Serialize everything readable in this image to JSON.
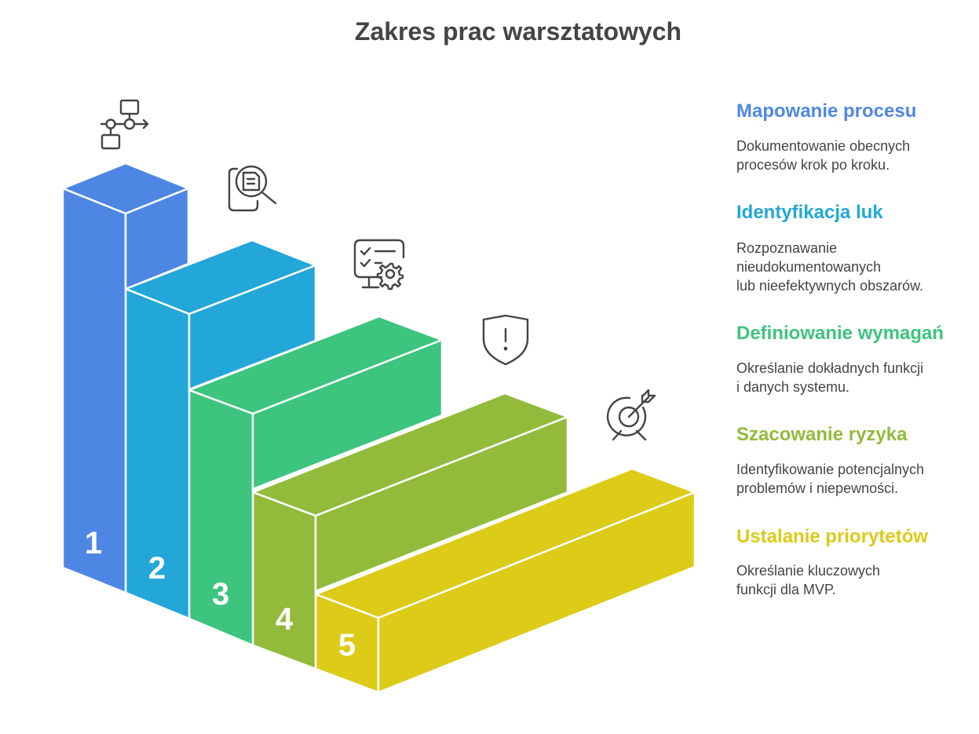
{
  "title": "Zakres prac warsztatowych",
  "steps": [
    {
      "number": "1",
      "title": "Mapowanie procesu",
      "description": "Dokumentowanie obecnych\nprocesów krok po kroku.",
      "color": "#4E86E4",
      "icon": "process-map-icon"
    },
    {
      "number": "2",
      "title": "Identyfikacja luk",
      "description": "Rozpoznawanie\nnieudokumentowanych\n lub nieefektywnych obszarów.",
      "color": "#22A7D8",
      "icon": "document-search-icon"
    },
    {
      "number": "3",
      "title": "Definiowanie wymagań",
      "description": "Określanie dokładnych funkcji\ni danych systemu.",
      "color": "#3DC47E",
      "icon": "checklist-settings-icon"
    },
    {
      "number": "4",
      "title": "Szacowanie ryzyka",
      "description": "Identyfikowanie potencjalnych\nproblemów i niepewności.",
      "color": "#92BB3B",
      "icon": "shield-alert-icon"
    },
    {
      "number": "5",
      "title": "Ustalanie priorytetów",
      "description": "Określanie kluczowych\nfunkcji dla MVP.",
      "color": "#DCCB17",
      "icon": "target-icon"
    }
  ]
}
